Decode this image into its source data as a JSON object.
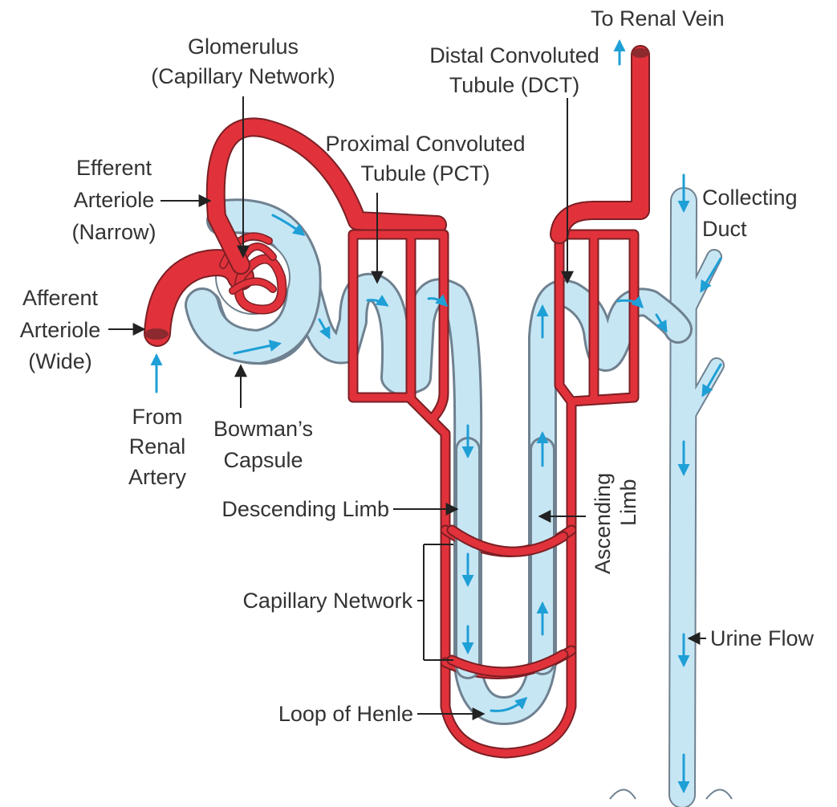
{
  "labels": {
    "to_renal_vein": "To Renal Vein",
    "glomerulus_1": "Glomerulus",
    "glomerulus_2": "(Capillary Network)",
    "dct_1": "Distal Convoluted",
    "dct_2": "Tubule (DCT)",
    "pct_1": "Proximal Convoluted",
    "pct_2": "Tubule (PCT)",
    "efferent_1": "Efferent",
    "efferent_2": "Arteriole",
    "efferent_3": "(Narrow)",
    "collecting_1": "Collecting",
    "collecting_2": "Duct",
    "afferent_1": "Afferent",
    "afferent_2": "Arteriole",
    "afferent_3": "(Wide)",
    "from_renal_1": "From",
    "from_renal_2": "Renal",
    "from_renal_3": "Artery",
    "bowmans_1": "Bowman’s",
    "bowmans_2": "Capsule",
    "descending_limb": "Descending Limb",
    "ascending_1": "Ascending",
    "ascending_2": "Limb",
    "capillary_network": "Capillary Network",
    "urine_flow": "Urine Flow",
    "loop_of_henle": "Loop of Henle"
  },
  "colors": {
    "blood_vessel": "#e1323b",
    "vessel_outline": "#7a1f24",
    "tubule_fill": "#c7e6f4",
    "tubule_outline": "#6f8190",
    "flow_arrow": "#1e9fd6"
  }
}
